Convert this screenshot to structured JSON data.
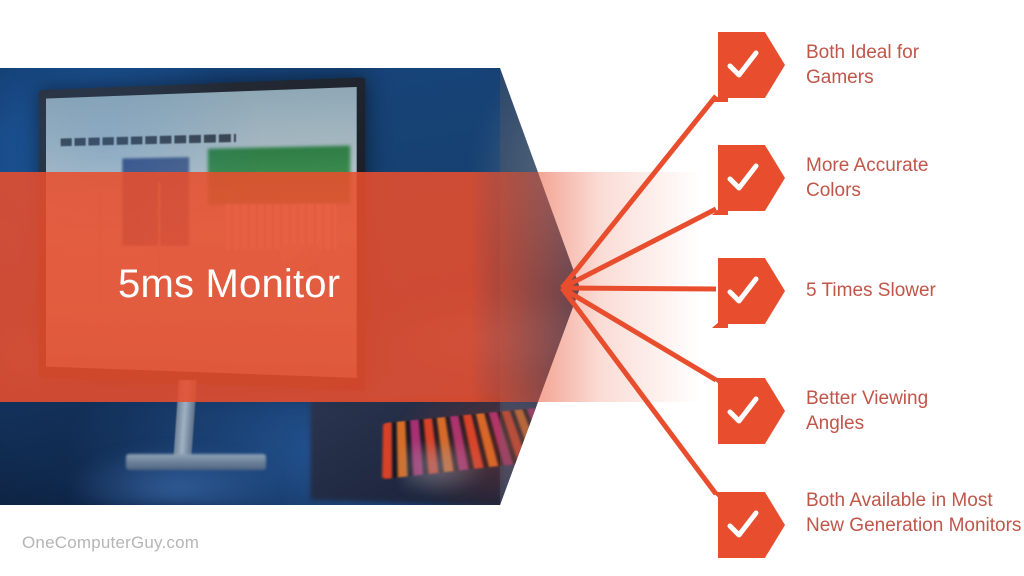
{
  "slide": {
    "title": "5ms Monitor",
    "watermark": "OneComputerGuy.com"
  },
  "colors": {
    "accent_orange": "#E84E2D",
    "band_orange": "#E84E2D",
    "label_text": "#C0564A",
    "title_text": "#FFFFFF",
    "watermark_text": "#B5B5B5",
    "photo_blue": "#16406F",
    "check_white": "#FFFFFF"
  },
  "photo": {
    "alt": "gaming monitor on desk with blue ambient lighting and RGB keyboard",
    "screen_content": "third person game scene with green field and fence"
  },
  "features": [
    {
      "id": "ideal-gamers",
      "icon": "check-icon",
      "label": "Both Ideal for Gamers",
      "tail": "bottom"
    },
    {
      "id": "accurate-colors",
      "icon": "check-icon",
      "label": "More Accurate Colors",
      "tail": "bottom"
    },
    {
      "id": "five-times-slower",
      "icon": "check-icon",
      "label": "5 Times Slower",
      "tail": "bottom"
    },
    {
      "id": "viewing-angles",
      "icon": "check-icon",
      "label": "Better Viewing Angles",
      "tail": "top"
    },
    {
      "id": "both-available",
      "icon": "check-icon",
      "label": "Both Available in Most New Generation Monitors",
      "tail": "top"
    }
  ]
}
